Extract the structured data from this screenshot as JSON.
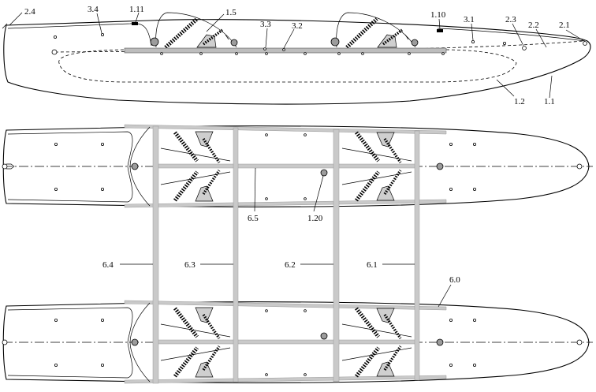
{
  "labels": {
    "l_2_4": "2.4",
    "l_3_4": "3.4",
    "l_1_11": "1.11",
    "l_1_5": "1.5",
    "l_3_3": "3.3",
    "l_3_2": "3.2",
    "l_1_10": "1.10",
    "l_3_1": "3.1",
    "l_2_3": "2.3",
    "l_2_2": "2.2",
    "l_2_1": "2.1",
    "l_1_2": "1.2",
    "l_1_1": "1.1",
    "l_6_5": "6.5",
    "l_1_20": "1.20",
    "l_6_4": "6.4",
    "l_6_3": "6.3",
    "l_6_2": "6.2",
    "l_6_1": "6.1",
    "l_6_0": "6.0"
  }
}
